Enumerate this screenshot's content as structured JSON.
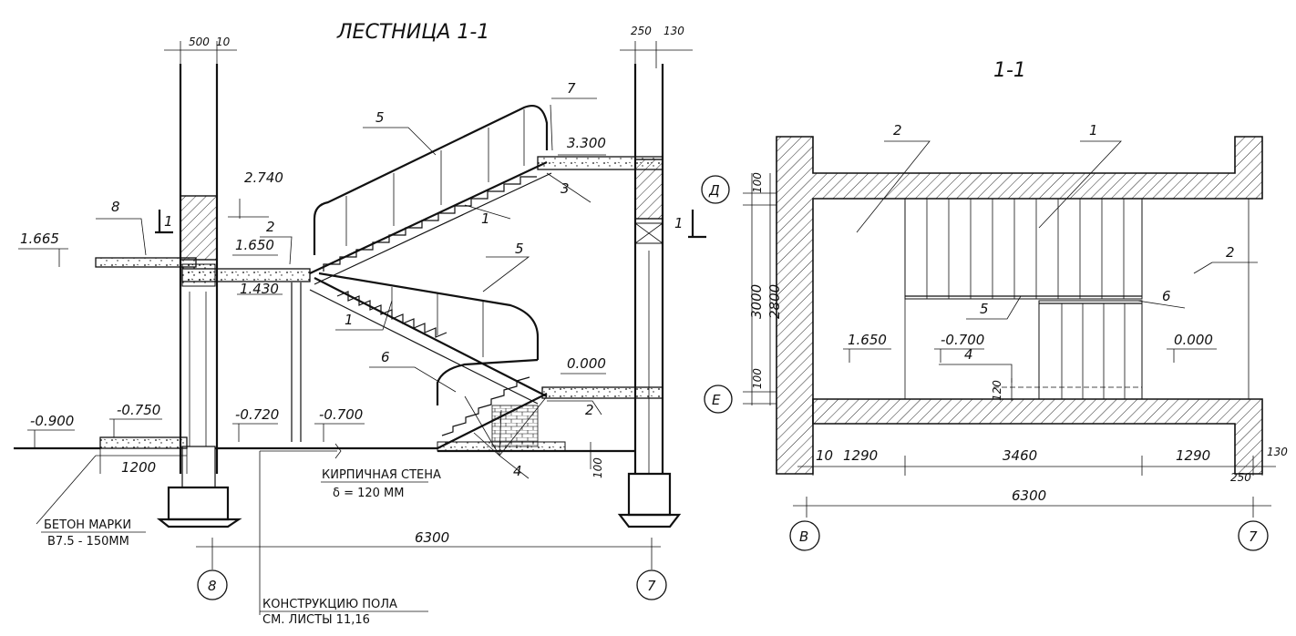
{
  "section_title": "ЛЕСТНИЦА 1-1",
  "plan_title": "1-1",
  "section": {
    "top_dims": [
      "500",
      "10",
      "250",
      "130"
    ],
    "levels": [
      "3.300",
      "2.740",
      "1.665",
      "1.650",
      "1.430",
      "0.000",
      "-0.700",
      "-0.720",
      "-0.750",
      "-0.900"
    ],
    "callouts": [
      "1",
      "1",
      "2",
      "2",
      "3",
      "4",
      "5",
      "5",
      "6",
      "7",
      "8"
    ],
    "cut_markers": [
      "1",
      "1"
    ],
    "dim_1200": "1200",
    "dim_100": "100",
    "dim_6300": "6300",
    "axis_left": "8",
    "axis_right": "7",
    "brick_wall_line1": "КИРПИЧНАЯ СТЕНА",
    "brick_wall_line2": "δ = 120 ММ",
    "concrete_line1": "БЕТОН МАРКИ",
    "concrete_line2": "В7.5 - 150ММ",
    "floor_line1": "КОНСТРУКЦИЮ ПОЛА",
    "floor_line2": "СМ. ЛИСТЫ 11,16"
  },
  "plan": {
    "callouts": [
      "1",
      "2",
      "2",
      "4",
      "5",
      "6"
    ],
    "levels": [
      "1.650",
      "-0.700",
      "0.000"
    ],
    "vert_dims": [
      "100",
      "2800",
      "3000",
      "100",
      "120"
    ],
    "horiz_dims": [
      "10",
      "1290",
      "3460",
      "1290",
      "130",
      "250"
    ],
    "total": "6300",
    "axis_top": "Д",
    "axis_bottom": "Е",
    "axis_left": "В",
    "axis_right": "7"
  }
}
